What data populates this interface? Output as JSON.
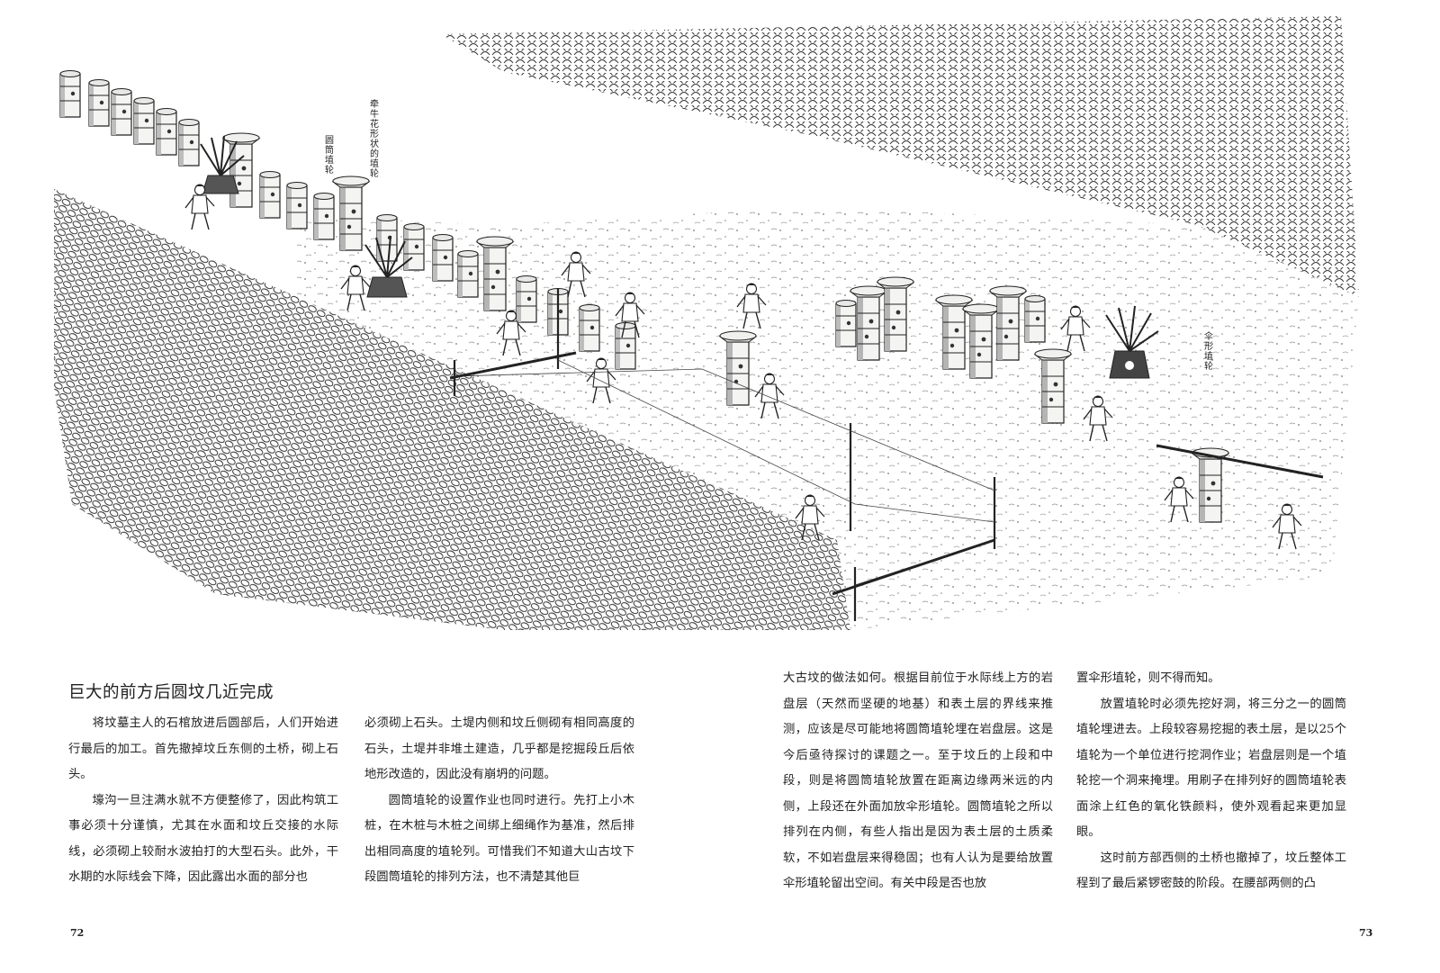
{
  "illustration": {
    "labels": {
      "cylinder_haniwa": "圆筒埴轮",
      "morning_glory_haniwa": "牵牛花形状的埴轮",
      "umbrella_haniwa": "伞形埴轮"
    }
  },
  "article": {
    "heading": "巨大的前方后圆坟几近完成",
    "col1": [
      {
        "text": "将坟墓主人的石棺放进后圆部后，人们开始进行最后的加工。首先撤掉坟丘东侧的土桥，砌上石头。",
        "indent": true
      },
      {
        "text": "壕沟一旦注满水就不方便整修了，因此构筑工事必须十分谨慎，尤其在水面和坟丘交接的水际线，必须砌上较耐水波拍打的大型石头。此外，干水期的水际线会下降，因此露出水面的部分也",
        "indent": true
      }
    ],
    "col2": [
      {
        "text": "必须砌上石头。土堤内侧和坟丘侧砌有相同高度的石头，土堤并非堆土建造，几乎都是挖掘段丘后依地形改造的，因此没有崩坍的问题。",
        "indent": false
      },
      {
        "text": "圆筒埴轮的设置作业也同时进行。先打上小木桩，在木桩与木桩之间绑上细绳作为基准，然后排出相同高度的埴轮列。可惜我们不知道大山古坟下段圆筒埴轮的排列方法，也不清楚其他巨",
        "indent": true
      }
    ],
    "col3": [
      {
        "text": "大古坟的做法如何。根据目前位于水际线上方的岩盘层（天然而坚硬的地基）和表土层的界线来推测，应该是尽可能地将圆筒埴轮埋在岩盘层。这是今后亟待探讨的课题之一。至于坟丘的上段和中段，则是将圆筒埴轮放置在距离边缘两米远的内侧，上段还在外面加放伞形埴轮。圆筒埴轮之所以排列在内侧，有些人指出是因为表土层的土质柔软，不如岩盘层来得稳固；也有人认为是要给放置伞形埴轮留出空间。有关中段是否也放",
        "indent": false
      }
    ],
    "col4": [
      {
        "text": "置伞形埴轮，则不得而知。",
        "indent": false
      },
      {
        "text": "放置埴轮时必须先挖好洞，将三分之一的圆筒埴轮埋进去。上段较容易挖掘的表土层，是以25个埴轮为一个单位进行挖洞作业；岩盘层则是一个埴轮挖一个洞来掩埋。用刷子在排列好的圆筒埴轮表面涂上红色的氧化铁颜料，使外观看起来更加显眼。",
        "indent": true
      },
      {
        "text": "这时前方部西侧的土桥也撤掉了，坟丘整体工程到了最后紧锣密鼓的阶段。在腰部两侧的凸",
        "indent": true
      }
    ]
  },
  "folio": {
    "left": "72",
    "right": "73"
  }
}
